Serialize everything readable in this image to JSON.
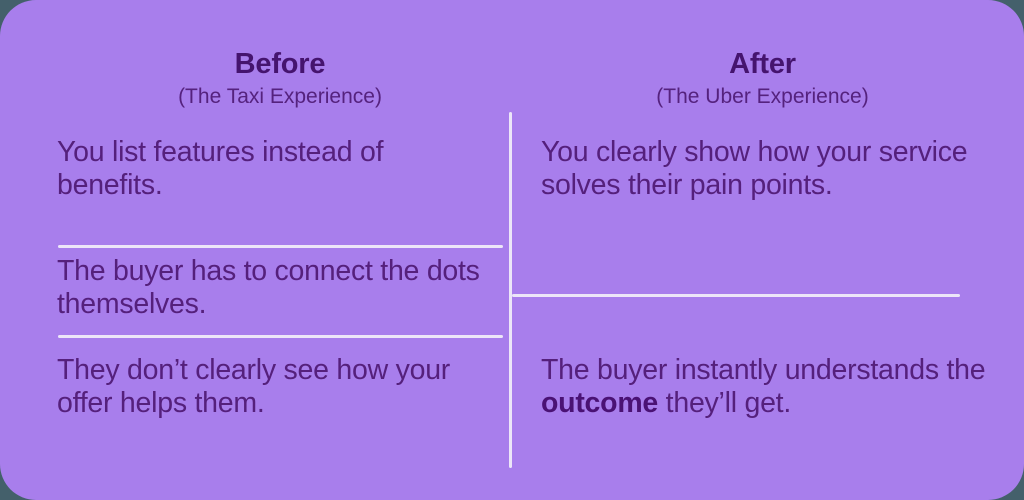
{
  "card": {
    "background_color": "#a87eec",
    "page_background_color": "#44606b",
    "divider_color": "#ece6f8",
    "heading_color": "#45146e",
    "body_text_color": "#55207c"
  },
  "columns": {
    "before": {
      "title": "Before",
      "subtitle": "(The Taxi Experience)",
      "rows": [
        {
          "text": "You list features instead of benefits."
        },
        {
          "text": "The buyer has to connect the dots themselves."
        },
        {
          "text": "They don’t clearly see how your offer helps them."
        }
      ]
    },
    "after": {
      "title": "After",
      "subtitle": "(The Uber Experience)",
      "rows": [
        {
          "text": "You clearly show how your service solves their pain points."
        },
        {
          "text_before": "The buyer instantly understands the ",
          "emphasis": "outcome",
          "text_after": " they’ll get."
        }
      ]
    }
  }
}
